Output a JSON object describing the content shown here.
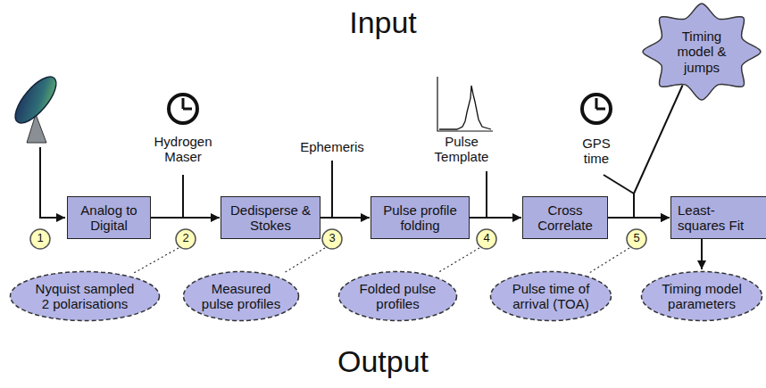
{
  "diagram": {
    "nodes": [
      {
        "text": [
          "Timing model & jumps"
        ]
      },
      {
        "text": [
          "Analog to Digital"
        ]
      },
      {
        "text": [
          "Dedisperse & Stokes"
        ]
      },
      {
        "text": [
          "Pulse profile folding"
        ]
      },
      {
        "text": [
          "Cross Correlate"
        ]
      },
      {
        "text": [
          "Least-squares Fit"
        ]
      },
      {
        "text": [
          "Nyquist sampled 2 polarisations"
        ]
      },
      {
        "text": [
          "Measured pulse profiles"
        ]
      },
      {
        "text": [
          "Folded pulse profiles"
        ]
      },
      {
        "text": [
          "Pulse time of arrival (TOA)"
        ]
      },
      {
        "text": [
          "Timing model parameters"
        ]
      }
    ],
    "edges": [
      {
        "from": 1,
        "to": 2,
        "arrow": "to"
      },
      {
        "from": 2,
        "to": 3,
        "arrow": "to"
      },
      {
        "from": 3,
        "to": 4,
        "arrow": "to"
      },
      {
        "from": 4,
        "to": 5,
        "arrow": "to"
      },
      {
        "from": 0,
        "to": 5,
        "arrow": "to"
      },
      {
        "from": 5,
        "to": 10,
        "arrow": "to"
      }
    ],
    "labels": [
      "Input",
      "Hydrogen Maser",
      "Ephemeris",
      "Pulse Template",
      "GPS time",
      "1",
      "2",
      "3",
      "4",
      "5",
      "Output"
    ]
  }
}
